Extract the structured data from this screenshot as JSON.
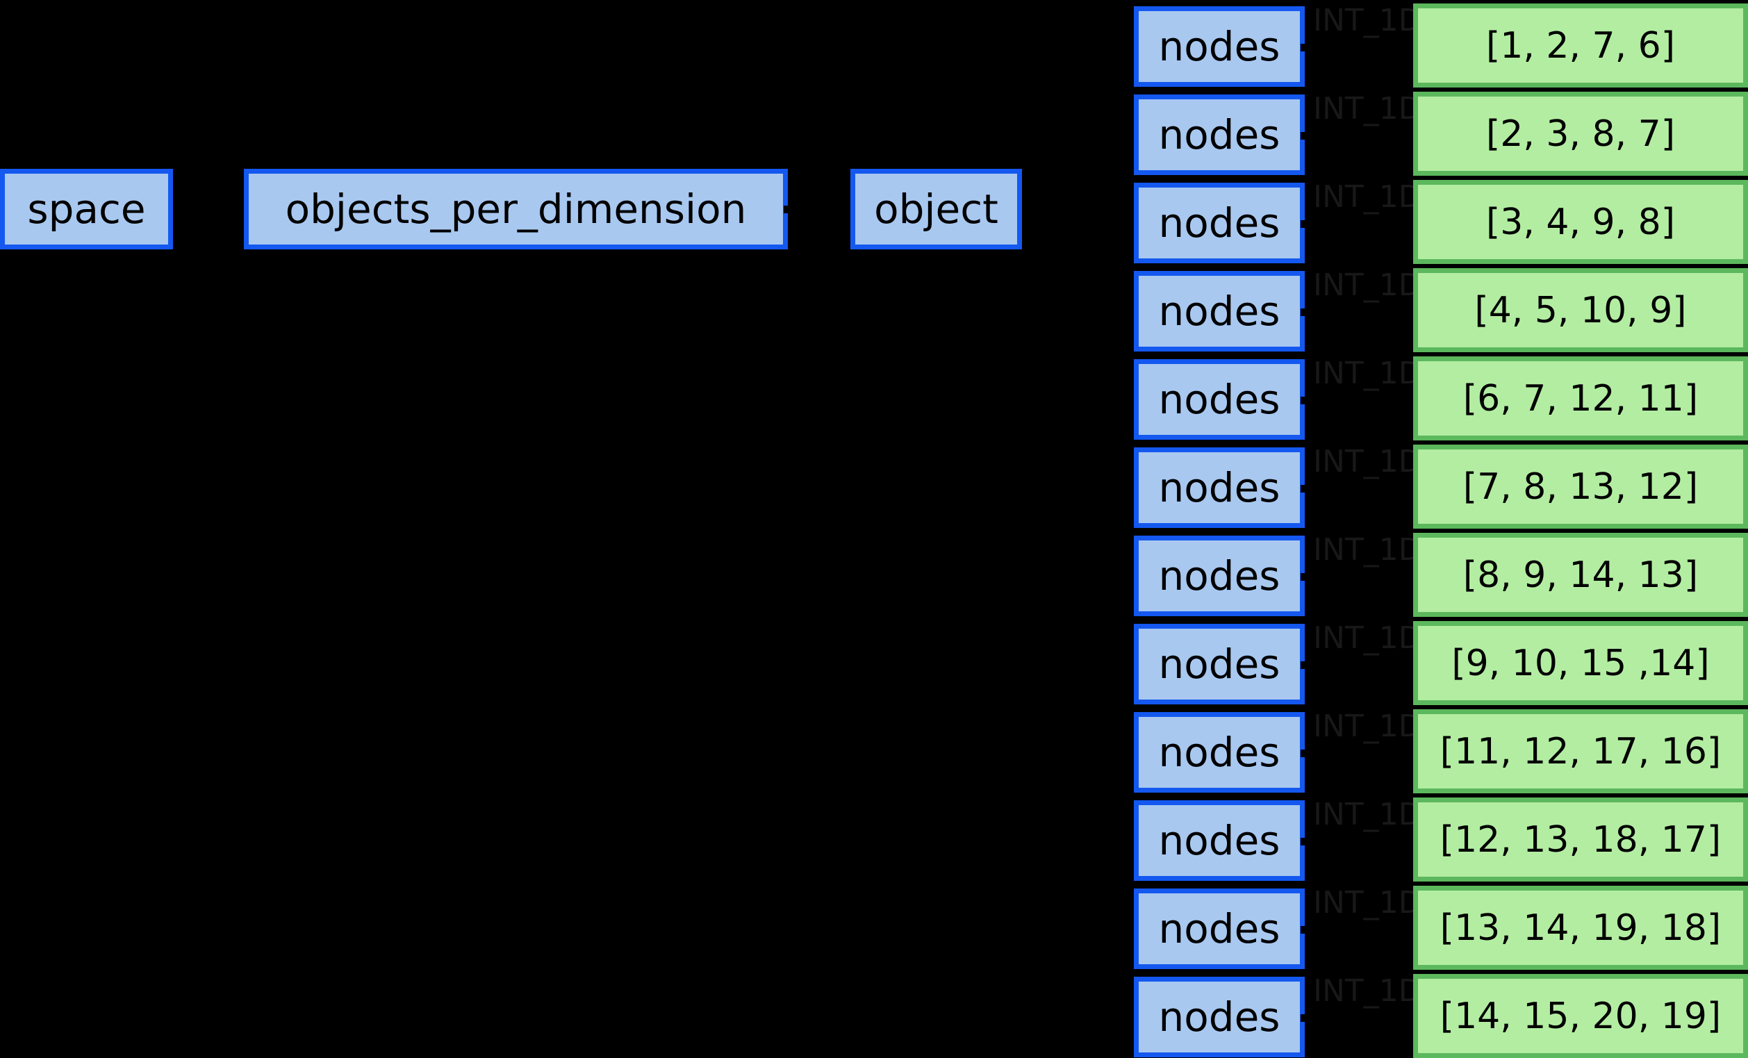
{
  "diagram": {
    "background_color": "#000000",
    "node_fill": "#a8c8f0",
    "node_stroke": "#1458f0",
    "leaf_fill": "#b3eda2",
    "leaf_stroke": "#5cb85c",
    "edge_label_color": "#181818",
    "text_color": "#000000"
  },
  "top_nodes": [
    {
      "label": "space"
    },
    {
      "label": "objects_per_dimension"
    },
    {
      "label": "object"
    }
  ],
  "edge_type_label": "INT_1D",
  "node_label": "nodes",
  "rows": [
    {
      "node": "nodes",
      "edge": "INT_1D",
      "value": "[1, 2, 7, 6]"
    },
    {
      "node": "nodes",
      "edge": "INT_1D",
      "value": "[2, 3, 8, 7]"
    },
    {
      "node": "nodes",
      "edge": "INT_1D",
      "value": "[3, 4, 9, 8]"
    },
    {
      "node": "nodes",
      "edge": "INT_1D",
      "value": "[4, 5, 10, 9]"
    },
    {
      "node": "nodes",
      "edge": "INT_1D",
      "value": "[6, 7, 12, 11]"
    },
    {
      "node": "nodes",
      "edge": "INT_1D",
      "value": "[7, 8, 13, 12]"
    },
    {
      "node": "nodes",
      "edge": "INT_1D",
      "value": "[8, 9, 14, 13]"
    },
    {
      "node": "nodes",
      "edge": "INT_1D",
      "value": "[9, 10, 15 ,14]"
    },
    {
      "node": "nodes",
      "edge": "INT_1D",
      "value": "[11, 12, 17, 16]"
    },
    {
      "node": "nodes",
      "edge": "INT_1D",
      "value": "[12, 13, 18, 17]"
    },
    {
      "node": "nodes",
      "edge": "INT_1D",
      "value": "[13, 14, 19, 18]"
    },
    {
      "node": "nodes",
      "edge": "INT_1D",
      "value": "[14, 15, 20, 19]"
    }
  ]
}
